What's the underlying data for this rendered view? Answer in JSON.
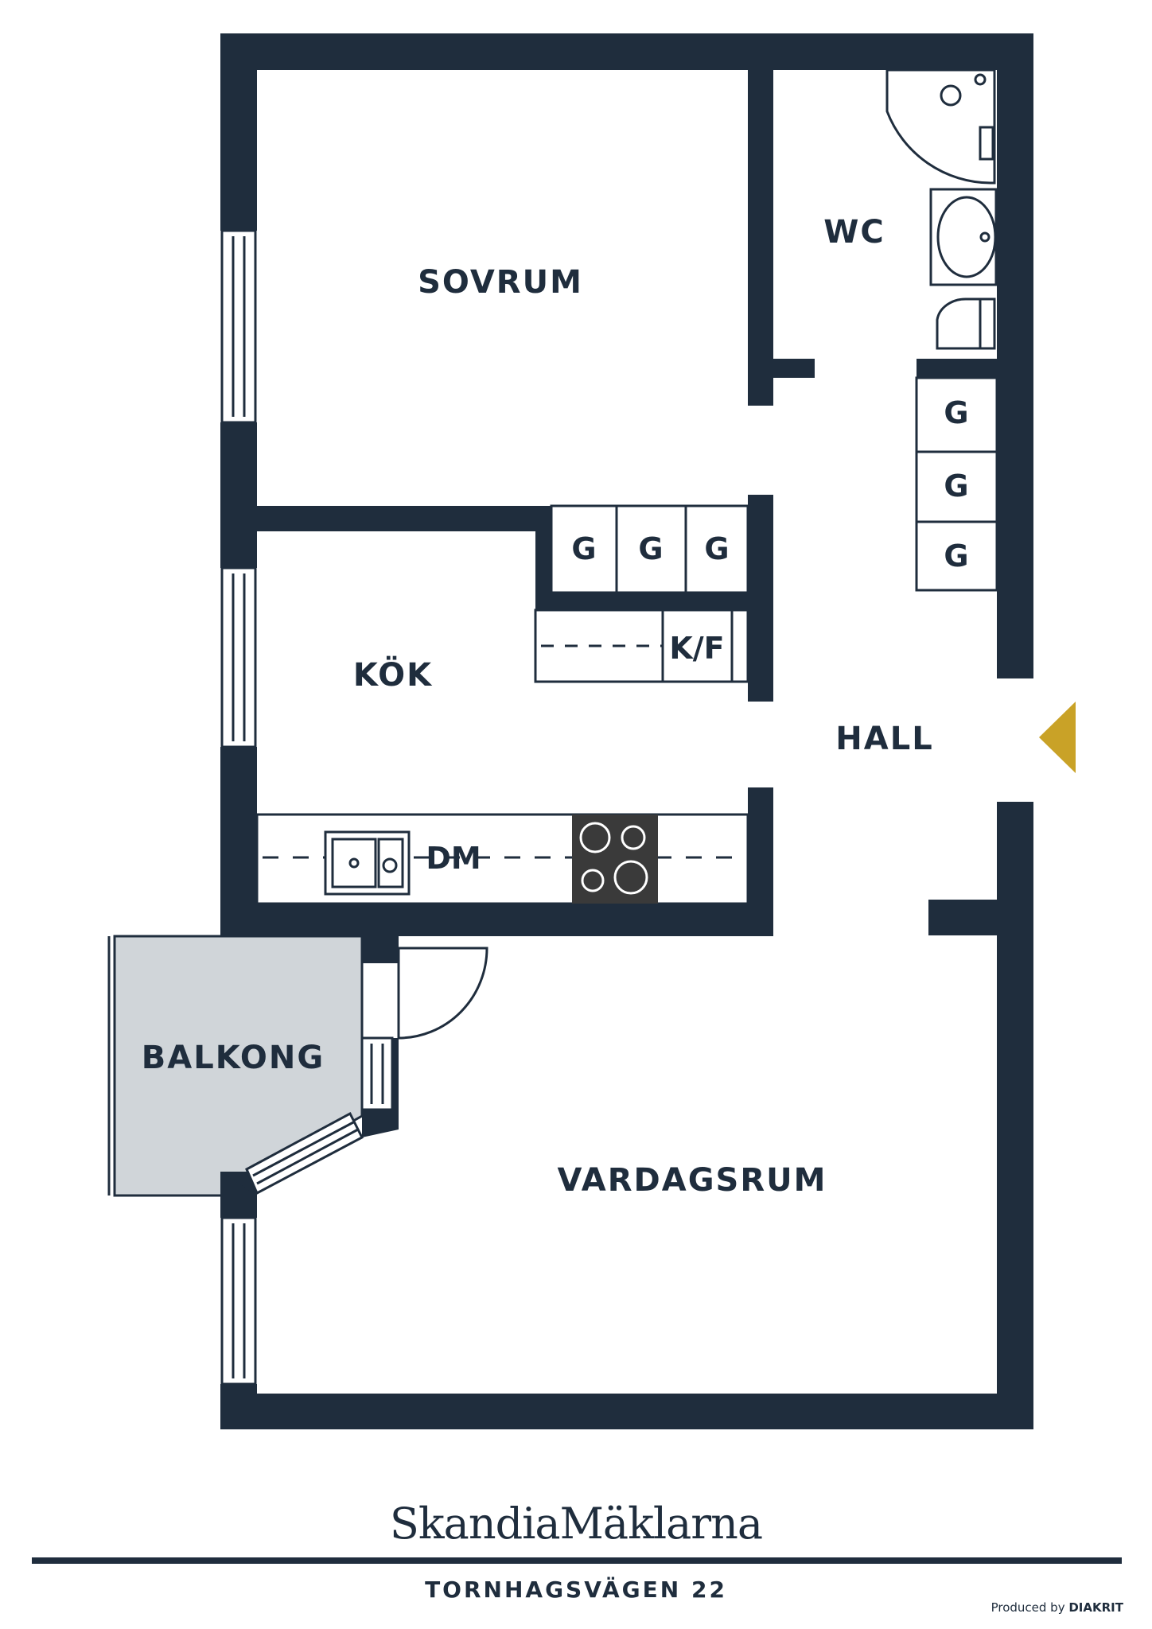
{
  "rooms": {
    "sovrum": "SOVRUM",
    "wc": "WC",
    "kok": "KÖK",
    "hall": "HALL",
    "balkong": "BALKONG",
    "vardagsrum": "VARDAGSRUM"
  },
  "fixtures": {
    "wardrobe": "G",
    "fridge_freezer": "K/F",
    "dishwasher": "DM"
  },
  "footer": {
    "brand": "SkandiaMäklarna",
    "address": "TORNHAGSVÄGEN 22",
    "credit_prefix": "Produced by",
    "credit_brand": "DIAKRIT"
  },
  "colors": {
    "wall": "#1f2d3d",
    "balcony": "#d0d5d9",
    "entrance_marker": "#c9a227"
  }
}
